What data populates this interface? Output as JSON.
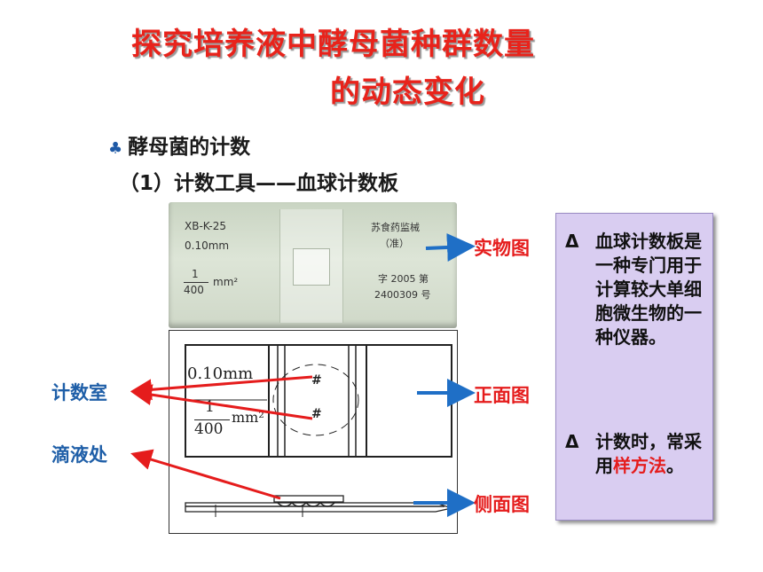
{
  "title": {
    "line1": "探究培养液中酵母菌种群数量",
    "line2": "的动态变化"
  },
  "bullet1": {
    "icon": "club-icon",
    "text": "酵母菌的计数"
  },
  "bullet2": {
    "text": "（1）计数工具——血球计数板"
  },
  "photo": {
    "model": "XB-K-25",
    "depth": "0.10mm",
    "frac_num": "1",
    "frac_den": "400",
    "area_unit": "mm²",
    "maker": "苏食药监械",
    "maker_sub": "（准）",
    "reg1": "字 2005 第",
    "reg2": "2400309 号"
  },
  "diagram": {
    "depth": "0.10mm",
    "frac_num": "1",
    "frac_den": "400",
    "unit": "mm²",
    "mark": "#"
  },
  "labels": {
    "real": "实物图",
    "front": "正面图",
    "side": "侧面图",
    "chamber": "计数室",
    "drop": "滴液处"
  },
  "info": {
    "delta": "Δ",
    "item1": "血球计数板是一种专门用于计算较大单细胞微生物的一种仪器。",
    "item2_pre": "计数时，常采用",
    "item2_hl": "样方法",
    "item2_post": "。"
  },
  "colors": {
    "title": "#e8231b",
    "arrow_blue": "#1f6fc6",
    "arrow_red": "#e51c1c",
    "box": "#d9cdf1"
  }
}
